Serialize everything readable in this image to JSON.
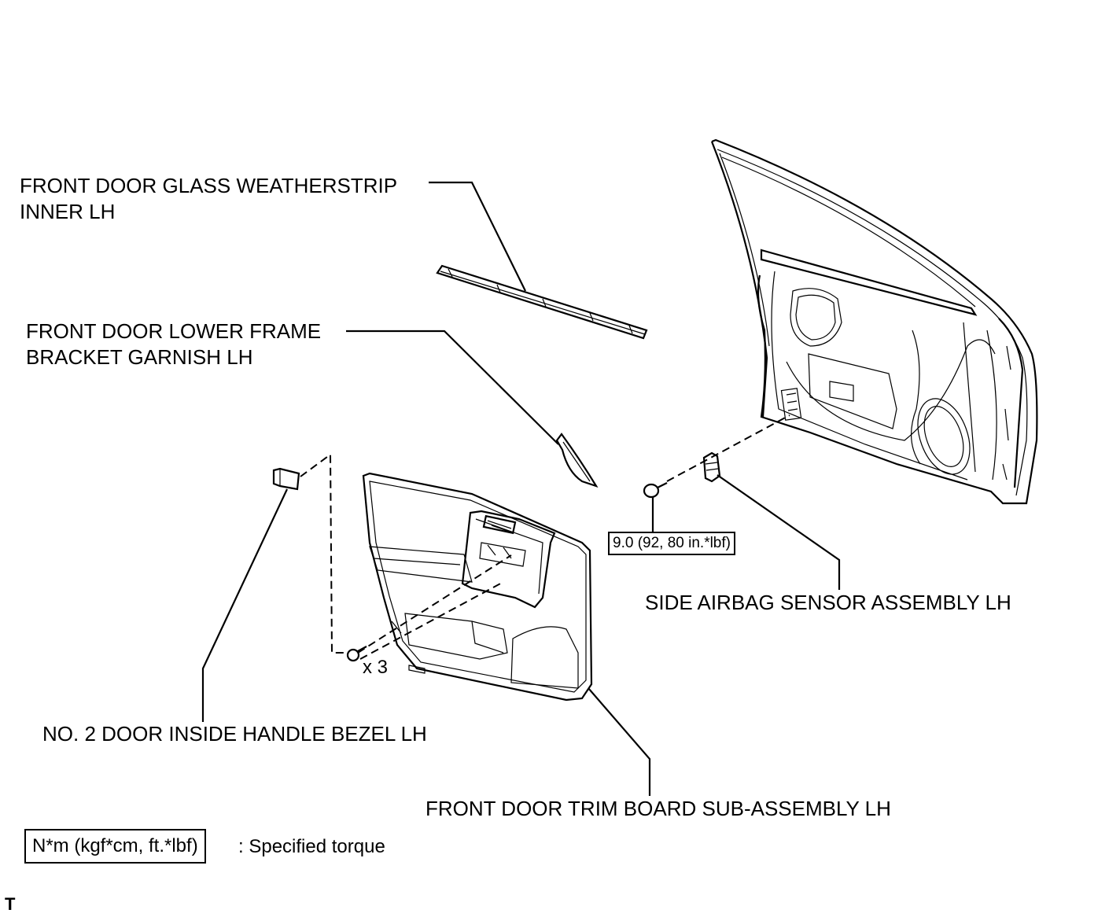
{
  "labels": {
    "weatherstrip": [
      "FRONT DOOR GLASS WEATHERSTRIP",
      "INNER LH"
    ],
    "garnish": [
      "FRONT DOOR LOWER FRAME",
      "BRACKET GARNISH LH"
    ],
    "airbag_sensor": "SIDE AIRBAG SENSOR ASSEMBLY LH",
    "handle_bezel": "NO. 2 DOOR INSIDE HANDLE BEZEL LH",
    "trim_board": "FRONT DOOR TRIM BOARD SUB-ASSEMBLY LH",
    "clip_count": "x 3"
  },
  "torque_value": "9.0 (92, 80 in.*lbf)",
  "legend": {
    "unit_box": "N*m (kgf*cm, ft.*lbf)",
    "description": ": Specified torque"
  },
  "corner_mark": "T"
}
